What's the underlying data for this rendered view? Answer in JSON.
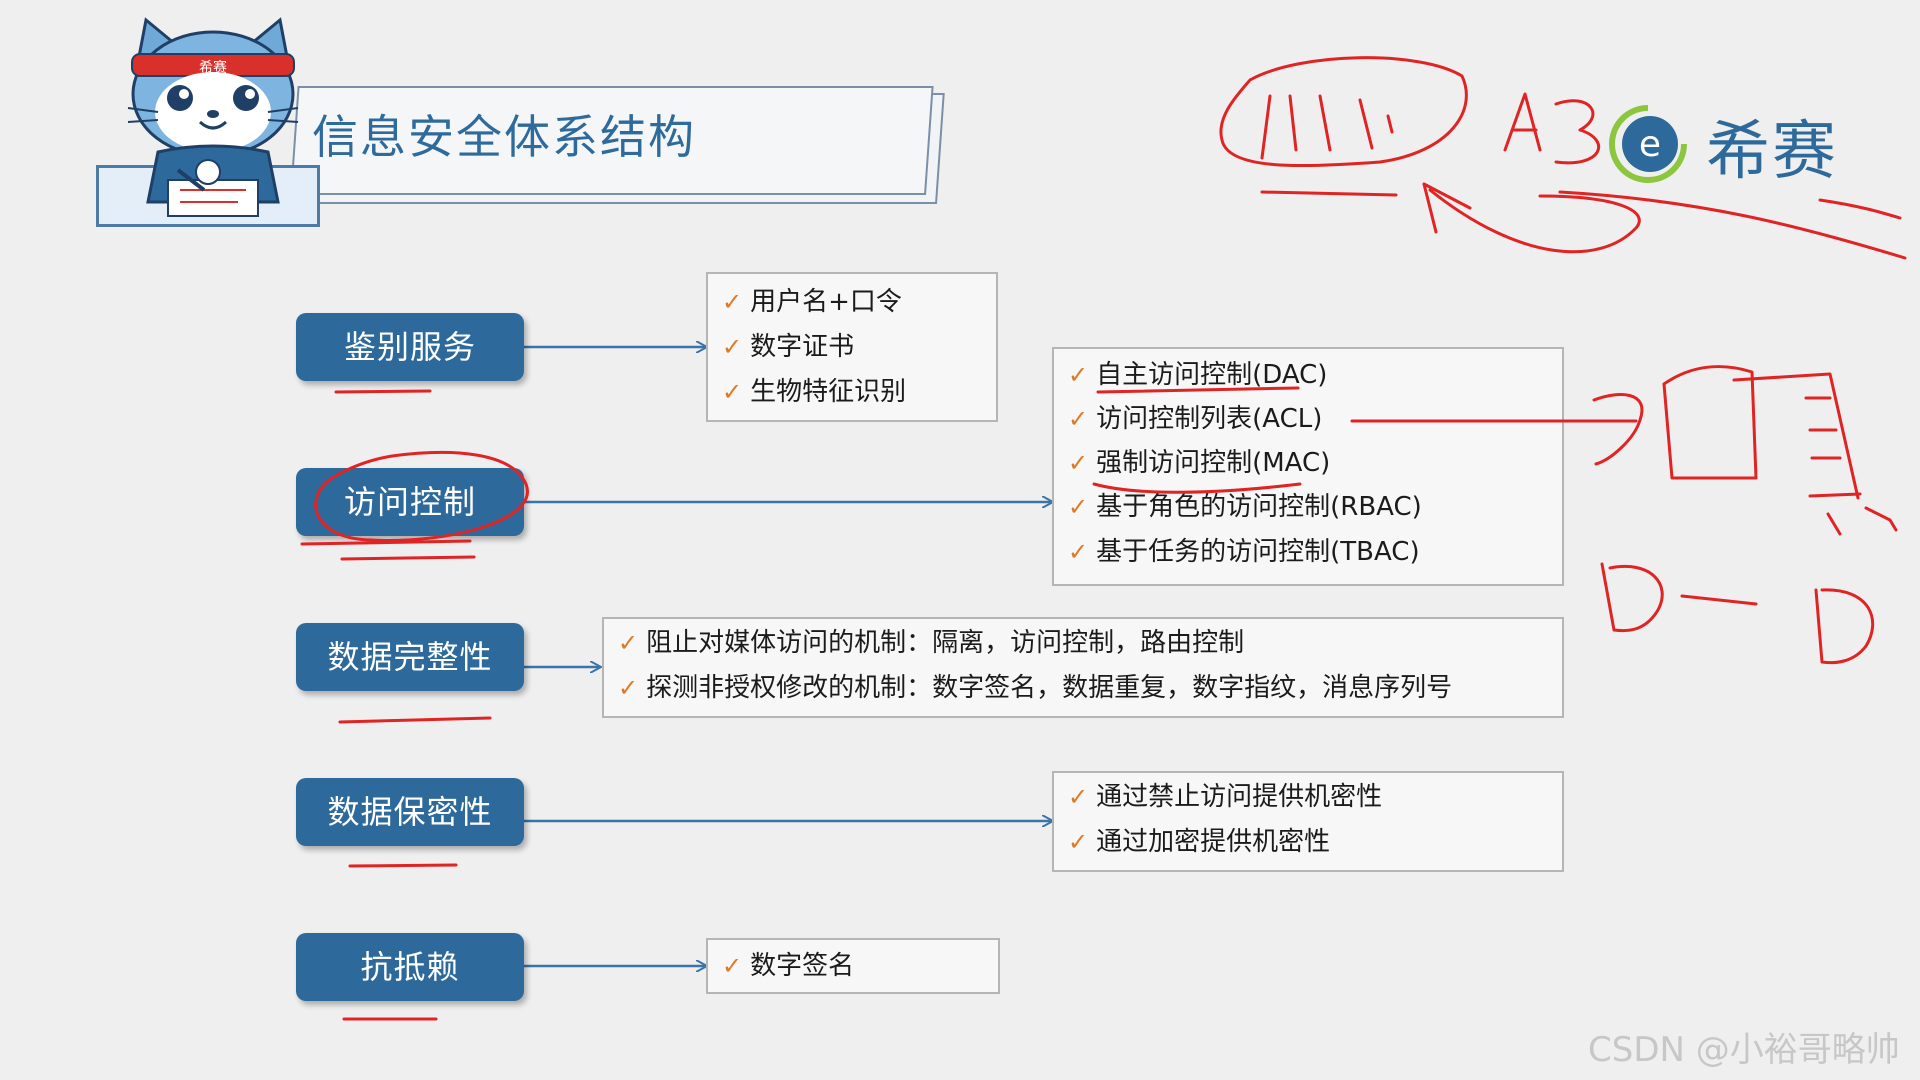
{
  "header": {
    "title": "信息安全体系结构",
    "mascot_band_text": "希赛"
  },
  "logo": {
    "text": "希赛",
    "icon": "e-circle-logo"
  },
  "services": [
    {
      "label": "鉴别服务"
    },
    {
      "label": "访问控制"
    },
    {
      "label": "数据完整性"
    },
    {
      "label": "数据保密性"
    },
    {
      "label": "抗抵赖"
    }
  ],
  "details": {
    "auth": [
      "用户名+口令",
      "数字证书",
      "生物特征识别"
    ],
    "access": [
      "自主访问控制(DAC)",
      "访问控制列表(ACL)",
      "强制访问控制(MAC)",
      "基于角色的访问控制(RBAC)",
      "基于任务的访问控制(TBAC)"
    ],
    "integrity": [
      "阻止对媒体访问的机制：隔离，访问控制，路由控制",
      "探测非授权修改的机制：数字签名，数据重复，数字指纹，消息序列号"
    ],
    "confidentiality": [
      "通过禁止访问提供机密性",
      "通过加密提供机密性"
    ],
    "nonrepudiation": [
      "数字签名"
    ]
  },
  "check_symbol": "✓",
  "colors": {
    "button": "#2d6a9b",
    "title": "#2f6a9c",
    "arrow": "#3a74a8",
    "check": "#e07a22",
    "annotation": "#e02424"
  },
  "watermark": "CSDN @小裕哥略帅"
}
